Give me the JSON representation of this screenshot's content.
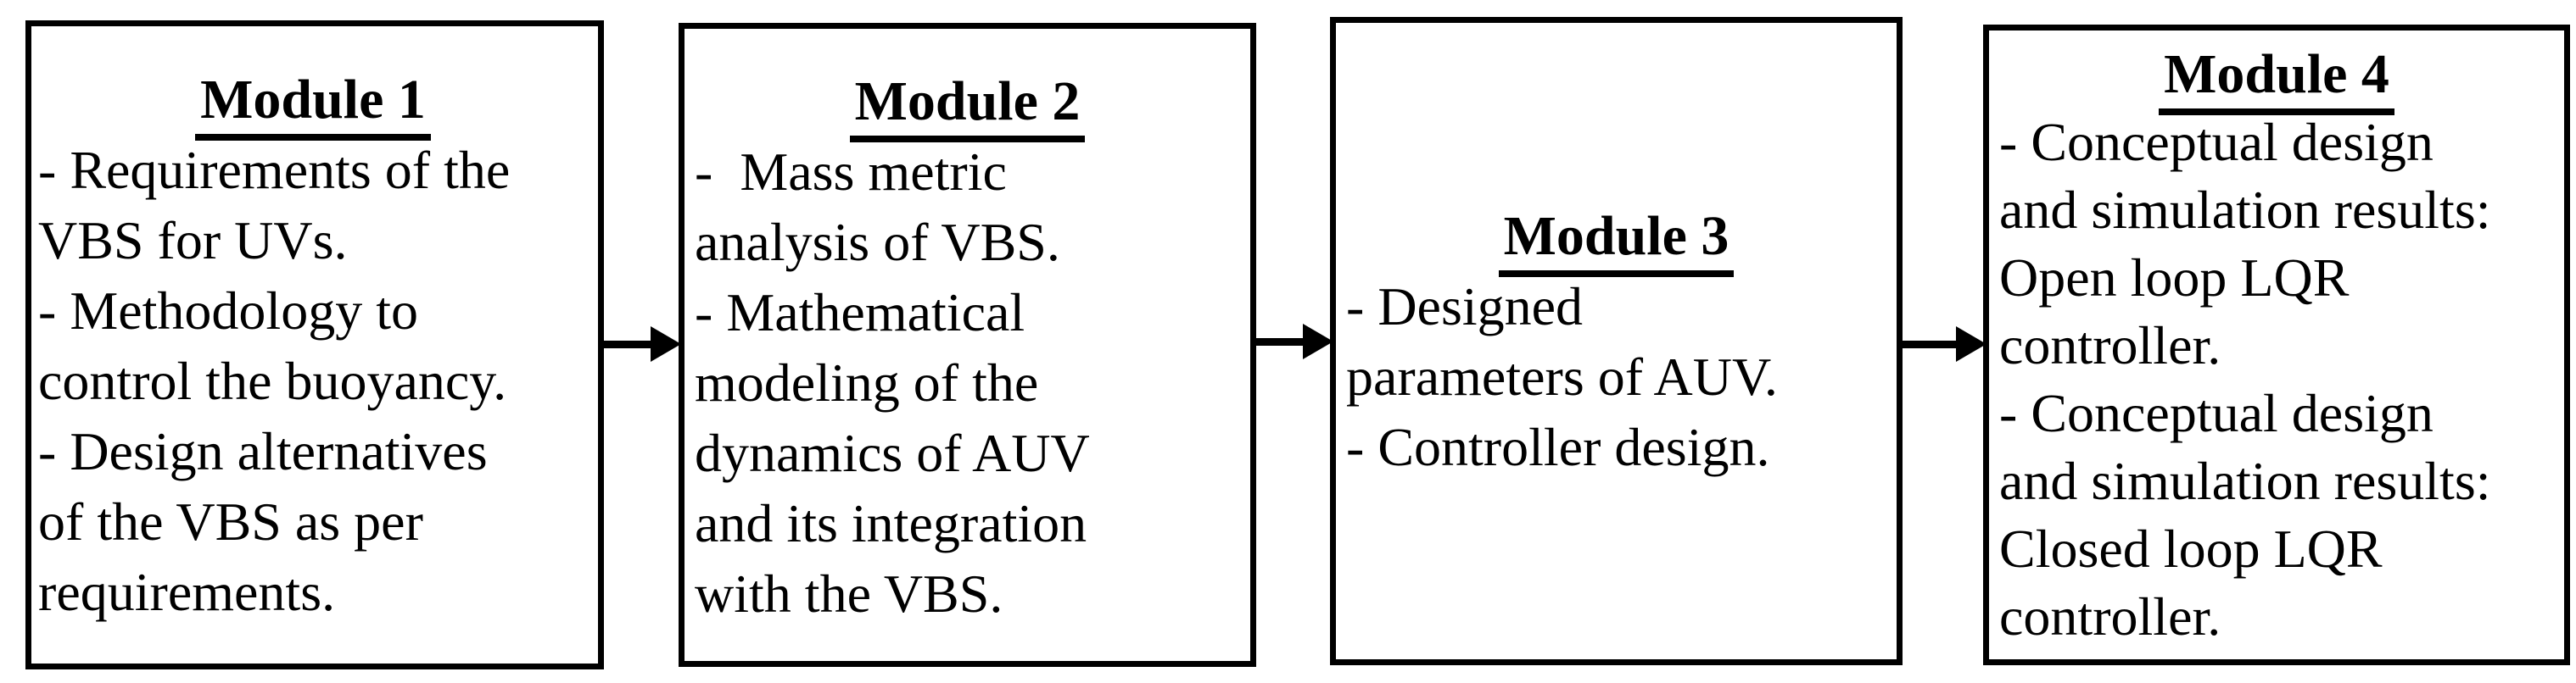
{
  "diagram": {
    "type": "flowchart",
    "direction": "left-to-right",
    "colors": {
      "background": "#ffffff",
      "box_border": "#000000",
      "text": "#000000",
      "arrow": "#000000"
    },
    "modules": [
      {
        "title": "Module 1",
        "bullets": [
          "- Requirements of the\nVBS for UVs.",
          "- Methodology to\ncontrol the buoyancy.",
          "- Design alternatives\nof the VBS as per\nrequirements."
        ]
      },
      {
        "title": "Module 2",
        "bullets": [
          "-  Mass metric\nanalysis of VBS.",
          "- Mathematical\nmodeling of the\ndynamics of AUV\nand its integration\nwith the VBS."
        ]
      },
      {
        "title": "Module 3",
        "bullets": [
          "- Designed\nparameters of AUV.",
          "- Controller design."
        ]
      },
      {
        "title": "Module 4",
        "bullets": [
          "- Conceptual design\nand simulation results:\nOpen loop LQR\ncontroller.",
          "- Conceptual design\nand simulation results:\nClosed loop LQR\ncontroller."
        ]
      }
    ],
    "connections": [
      {
        "from": "Module 1",
        "to": "Module 2"
      },
      {
        "from": "Module 2",
        "to": "Module 3"
      },
      {
        "from": "Module 3",
        "to": "Module 4"
      }
    ]
  }
}
